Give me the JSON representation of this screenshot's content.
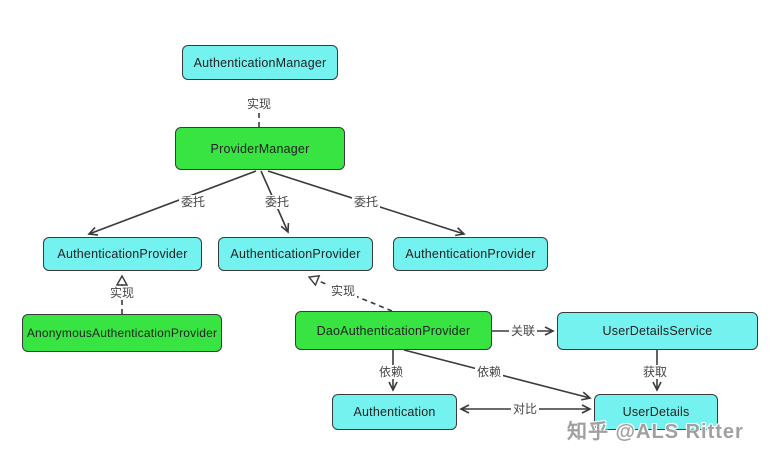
{
  "diagram": {
    "nodes": [
      {
        "id": "authentication-manager",
        "label": "AuthenticationManager",
        "kind": "interface"
      },
      {
        "id": "provider-manager",
        "label": "ProviderManager",
        "kind": "class"
      },
      {
        "id": "authentication-provider-left",
        "label": "AuthenticationProvider",
        "kind": "interface"
      },
      {
        "id": "authentication-provider-middle",
        "label": "AuthenticationProvider",
        "kind": "interface"
      },
      {
        "id": "authentication-provider-right",
        "label": "AuthenticationProvider",
        "kind": "interface"
      },
      {
        "id": "anonymous-authentication-provider",
        "label": "AnonymousAuthenticationProvider",
        "kind": "class"
      },
      {
        "id": "dao-authentication-provider",
        "label": "DaoAuthenticationProvider",
        "kind": "class"
      },
      {
        "id": "user-details-service",
        "label": "UserDetailsService",
        "kind": "interface"
      },
      {
        "id": "authentication",
        "label": "Authentication",
        "kind": "interface"
      },
      {
        "id": "user-details",
        "label": "UserDetails",
        "kind": "interface"
      }
    ],
    "edges": [
      {
        "from": "ProviderManager",
        "to": "AuthenticationManager",
        "label": "实现",
        "style": "realization"
      },
      {
        "from": "ProviderManager",
        "to": "AuthenticationProvider-1",
        "label": "委托",
        "style": "arrow"
      },
      {
        "from": "ProviderManager",
        "to": "AuthenticationProvider-2",
        "label": "委托",
        "style": "arrow"
      },
      {
        "from": "ProviderManager",
        "to": "AuthenticationProvider-3",
        "label": "委托",
        "style": "arrow"
      },
      {
        "from": "AnonymousAuthenticationProvider",
        "to": "AuthenticationProvider-1",
        "label": "实现",
        "style": "realization"
      },
      {
        "from": "DaoAuthenticationProvider",
        "to": "AuthenticationProvider-2",
        "label": "实现",
        "style": "realization"
      },
      {
        "from": "DaoAuthenticationProvider",
        "to": "UserDetailsService",
        "label": "关联",
        "style": "arrow"
      },
      {
        "from": "DaoAuthenticationProvider",
        "to": "Authentication",
        "label": "依赖",
        "style": "arrow"
      },
      {
        "from": "DaoAuthenticationProvider",
        "to": "UserDetails",
        "label": "依赖",
        "style": "arrow"
      },
      {
        "from": "UserDetailsService",
        "to": "UserDetails",
        "label": "获取",
        "style": "arrow"
      },
      {
        "from": "Authentication",
        "to": "UserDetails",
        "label": "对比",
        "style": "double-arrow"
      }
    ],
    "colors": {
      "interface_fill": "#74f2f0",
      "class_fill": "#37e441",
      "border": "#3a3a3a",
      "text": "#222222",
      "watermark": "#a0a0a0"
    }
  },
  "watermark": {
    "text": "知乎 @ALS Ritter"
  }
}
